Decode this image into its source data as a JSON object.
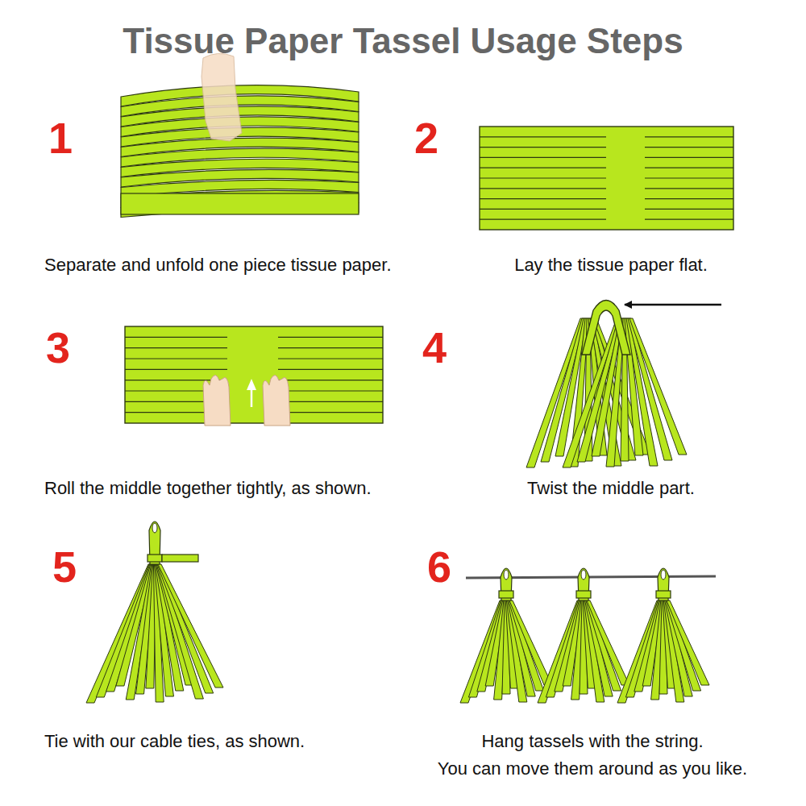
{
  "diagram": {
    "title": "Tissue Paper Tassel Usage Steps",
    "labels": [
      "1",
      "Separate and unfold one piece tissue paper.",
      "2",
      "Lay the tissue paper flat.",
      "3",
      "Roll the middle together tightly, as shown.",
      "4",
      "Twist the middle part.",
      "5",
      "Tie with our cable ties, as shown.",
      "6",
      "Hang tassels with the string.",
      "You can move them around as you like."
    ]
  }
}
